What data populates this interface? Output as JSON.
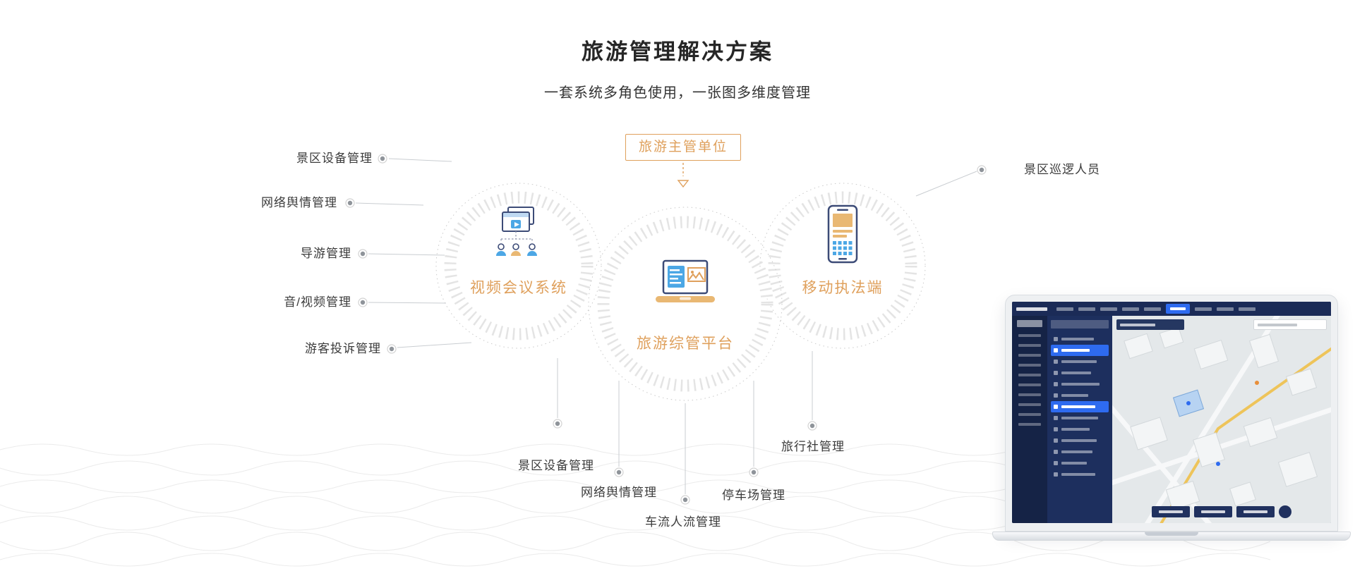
{
  "header": {
    "title": "旅游管理解决方案",
    "subtitle": "一套系统多角色使用，一张图多维度管理"
  },
  "diagram": {
    "authority": {
      "label": "旅游主管单位"
    },
    "nodes": [
      {
        "id": "video-conference",
        "label": "视频会议系统",
        "icon": "video-conference-icon"
      },
      {
        "id": "platform",
        "label": "旅游综管平台",
        "icon": "laptop-platform-icon"
      },
      {
        "id": "mobile-enforcement",
        "label": "移动执法端",
        "icon": "mobile-phone-icon"
      }
    ],
    "left_items": [
      "景区设备管理",
      "网络舆情管理",
      "导游管理",
      "音/视频管理",
      "游客投诉管理"
    ],
    "right_items": [
      "景区巡逻人员"
    ],
    "bottom_items": [
      "景区设备管理",
      "网络舆情管理",
      "车流人流管理",
      "停车场管理",
      "旅行社管理"
    ]
  },
  "colors": {
    "accent_orange": "#DFA05C",
    "icon_navy": "#3C4B77",
    "icon_blue": "#4CA7E5",
    "line_gray": "#C9CDD1",
    "dot_gray": "#8F949A",
    "laptop_highlight_blue": "#2E6BF0",
    "laptop_dark_navy": "#152346"
  }
}
